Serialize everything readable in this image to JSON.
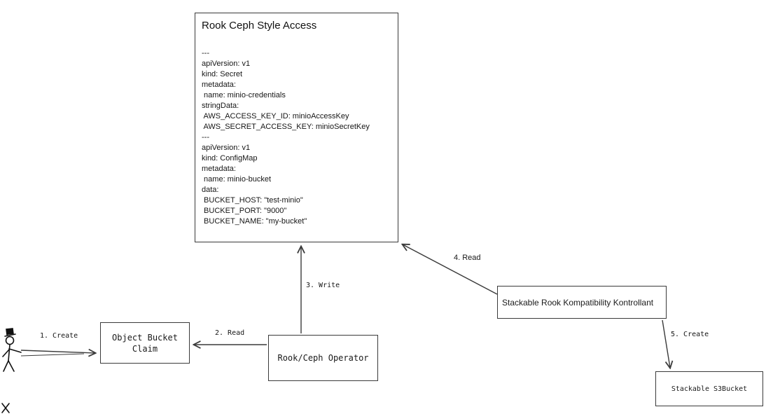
{
  "main_box": {
    "title": "Rook Ceph Style Access",
    "yaml_lines": [
      "---",
      "apiVersion: v1",
      "kind: Secret",
      "metadata:",
      " name: minio-credentials",
      "stringData:",
      " AWS_ACCESS_KEY_ID: minioAccessKey",
      " AWS_SECRET_ACCESS_KEY: minioSecretKey",
      "---",
      "apiVersion: v1",
      "kind: ConfigMap",
      "metadata:",
      " name: minio-bucket",
      "data:",
      " BUCKET_HOST: \"test-minio\"",
      " BUCKET_PORT: \"9000\"",
      " BUCKET_NAME: \"my-bucket\""
    ]
  },
  "nodes": {
    "object_bucket_claim": "Object Bucket\nClaim",
    "rook_ceph_operator": "Rook/Ceph Operator",
    "stackable_controller": "Stackable Rook Kompatibility Kontrollant",
    "stackable_s3bucket": "Stackable S3Bucket"
  },
  "edge_labels": {
    "create1": "1. Create",
    "read2": "2. Read",
    "write3": "3. Write",
    "read4": "4. Read",
    "create5": "5. Create"
  },
  "colors": {
    "stroke": "#3a3a3a",
    "background": "#ffffff"
  }
}
